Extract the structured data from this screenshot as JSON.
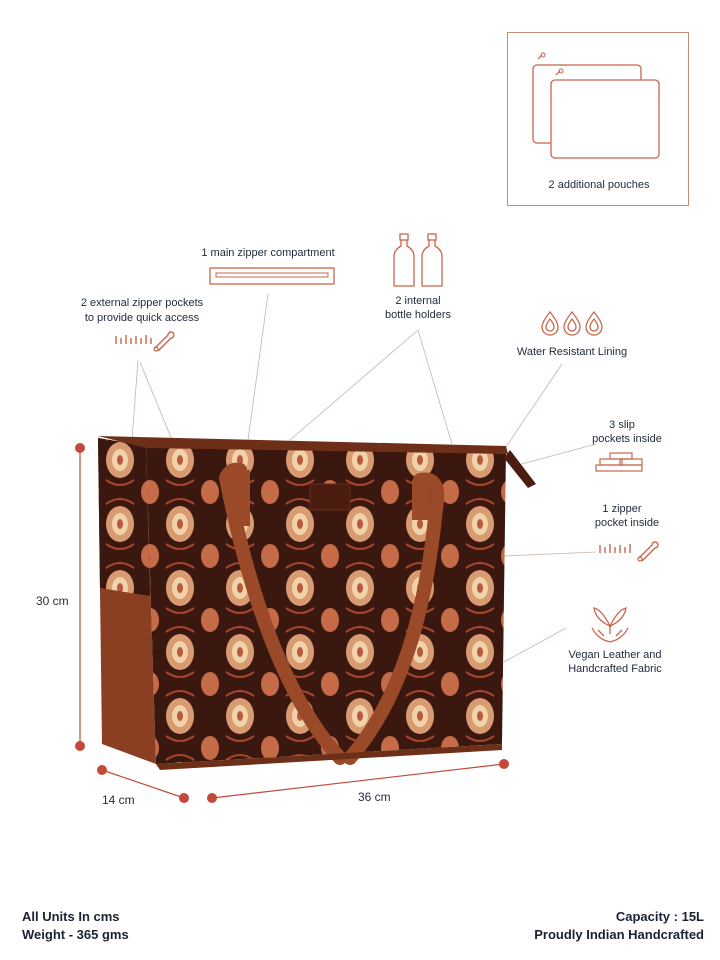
{
  "features": {
    "pouches": "2 additional pouches",
    "main_zipper": "1 main zipper compartment",
    "external_pockets_line1": "2 external zipper pockets",
    "external_pockets_line2": "to provide quick access",
    "bottle_holders_line1": "2 internal",
    "bottle_holders_line2": "bottle holders",
    "water_resistant": "Water Resistant Lining",
    "slip_pockets_line1": "3 slip",
    "slip_pockets_line2": "pockets inside",
    "zipper_pocket_line1": "1 zipper",
    "zipper_pocket_line2": "pocket inside",
    "vegan_line1": "Vegan Leather and",
    "vegan_line2": "Handcrafted Fabric"
  },
  "dimensions": {
    "height": "30 cm",
    "depth": "14 cm",
    "width": "36 cm"
  },
  "footer": {
    "units": "All Units In cms",
    "weight": "Weight - 365 gms",
    "capacity": "Capacity : 15L",
    "origin": "Proudly Indian Handcrafted"
  },
  "colors": {
    "accent": "#c8664a",
    "leather": "#8a3f22",
    "fabric_dark": "#3a1810",
    "dimension_dot": "#c24a3a"
  },
  "icons": [
    "pouch-icon",
    "zipper-icon",
    "bottle-icon",
    "water-drop-icon",
    "slip-pocket-icon",
    "safety-pin-icon",
    "leaf-hands-icon"
  ]
}
